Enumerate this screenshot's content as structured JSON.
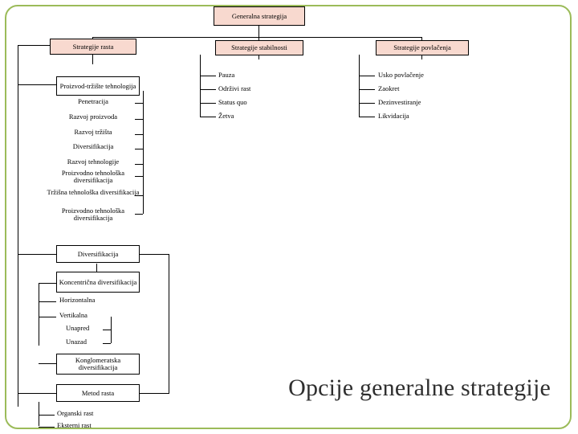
{
  "slide": {
    "title": "Opcije generalne strategije",
    "frame_color": "#9bbb59",
    "node_fill": "#f8d9cf"
  },
  "nodes": {
    "root": "Generalna strategija",
    "growth": "Strategije rasta",
    "stability": "Strategije stabilnosti",
    "retrenchment": "Strategije povlačenja",
    "product_market_tech": "Proizvod-tržište tehnologija",
    "diversification": "Diversifikacija",
    "concentric": "Koncentrična diversifikacija",
    "conglomerate": "Konglomeratska diversifikacija",
    "growth_method": "Metod rasta"
  },
  "leaves": {
    "stability": [
      "Pauza",
      "Održivi rast",
      "Status quo",
      "Žetva"
    ],
    "retrenchment": [
      "Usko povlačenje",
      "Zaokret",
      "Dezinvestiranje",
      "Likvidacija"
    ],
    "product_market_tech": [
      "Penetracija",
      "Razvoj proizvoda",
      "Razvoj tržišta",
      "Diversifikacija",
      "Razvoj tehnologije",
      "Proizvodno tehnološka diversifikacija",
      "Tržišna tehnološka diversifikacija",
      "Proizvodno tehnološka diversifikacija"
    ],
    "concentric": [
      "Horizontalna",
      "Vertikalna",
      "Unapred",
      "Unazad"
    ],
    "growth_method": [
      "Organski rast",
      "Eksterni rast"
    ]
  }
}
